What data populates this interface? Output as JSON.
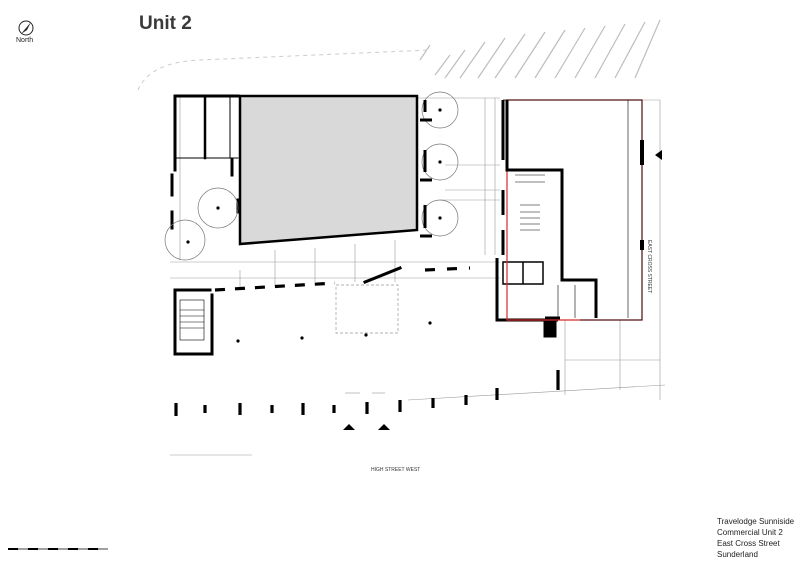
{
  "title": "Unit 2",
  "north_label": "North",
  "street_bottom": "HIGH STREET WEST",
  "street_side": "EAST CROSS STREET",
  "info": {
    "line1": "Travelodge Sunniside",
    "line2": "Commercial Unit 2",
    "line3": "East Cross Street",
    "line4": "Sunderland"
  },
  "colors": {
    "walls": "#000000",
    "unit_outline": "#d42a2a",
    "shaded_block": "#d9d9d9",
    "thin_lines": "#9a9a9a"
  },
  "icons": [
    "north-arrow-icon",
    "entrance-arrow-icon"
  ]
}
